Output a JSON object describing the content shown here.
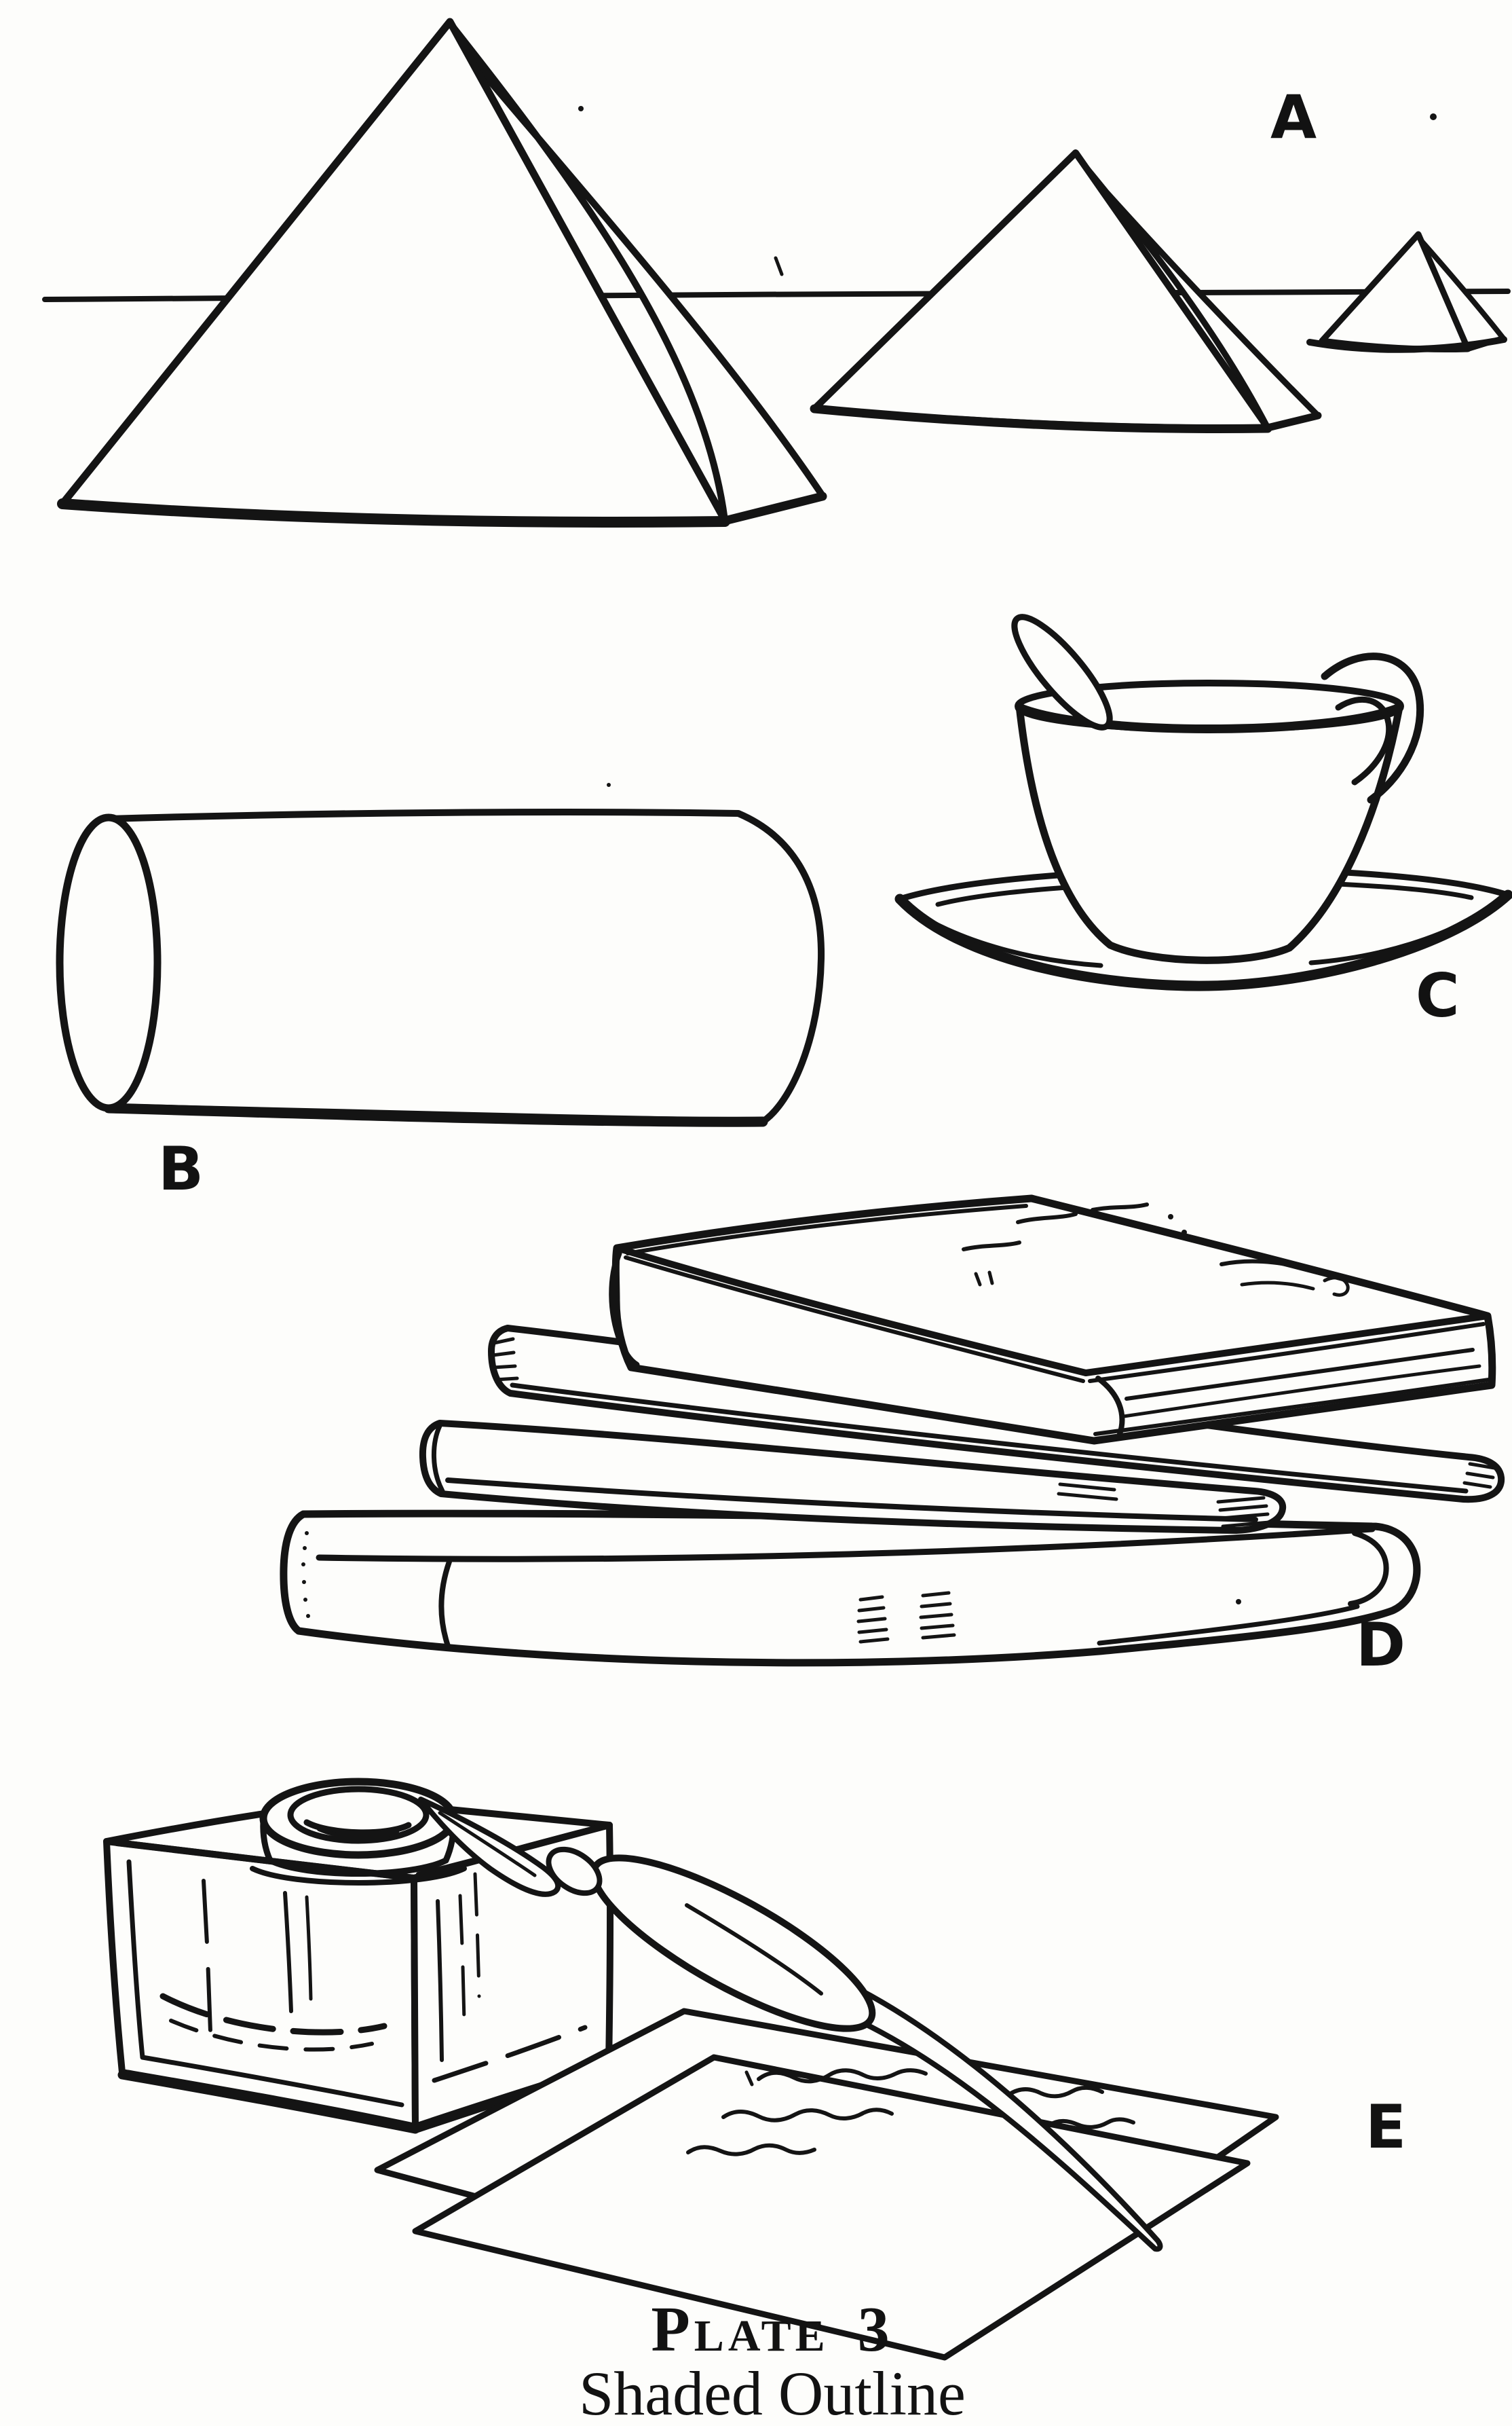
{
  "page": {
    "background_color": "#fdfdfb",
    "ink_color": "#141414",
    "kind": "scanned book plate of shaded outline drawings"
  },
  "plate": {
    "title": "Plate",
    "number": "3",
    "subtitle": "Shaded Outline"
  },
  "figures": [
    {
      "label": "A",
      "subject": "three-pyramids-on-horizon"
    },
    {
      "label": "B",
      "subject": "cylinder-lying-on-side"
    },
    {
      "label": "C",
      "subject": "teacup-with-spoon-on-saucer"
    },
    {
      "label": "D",
      "subject": "stack-of-four-books"
    },
    {
      "label": "E",
      "subject": "inkwell-with-pen-and-papers"
    }
  ]
}
